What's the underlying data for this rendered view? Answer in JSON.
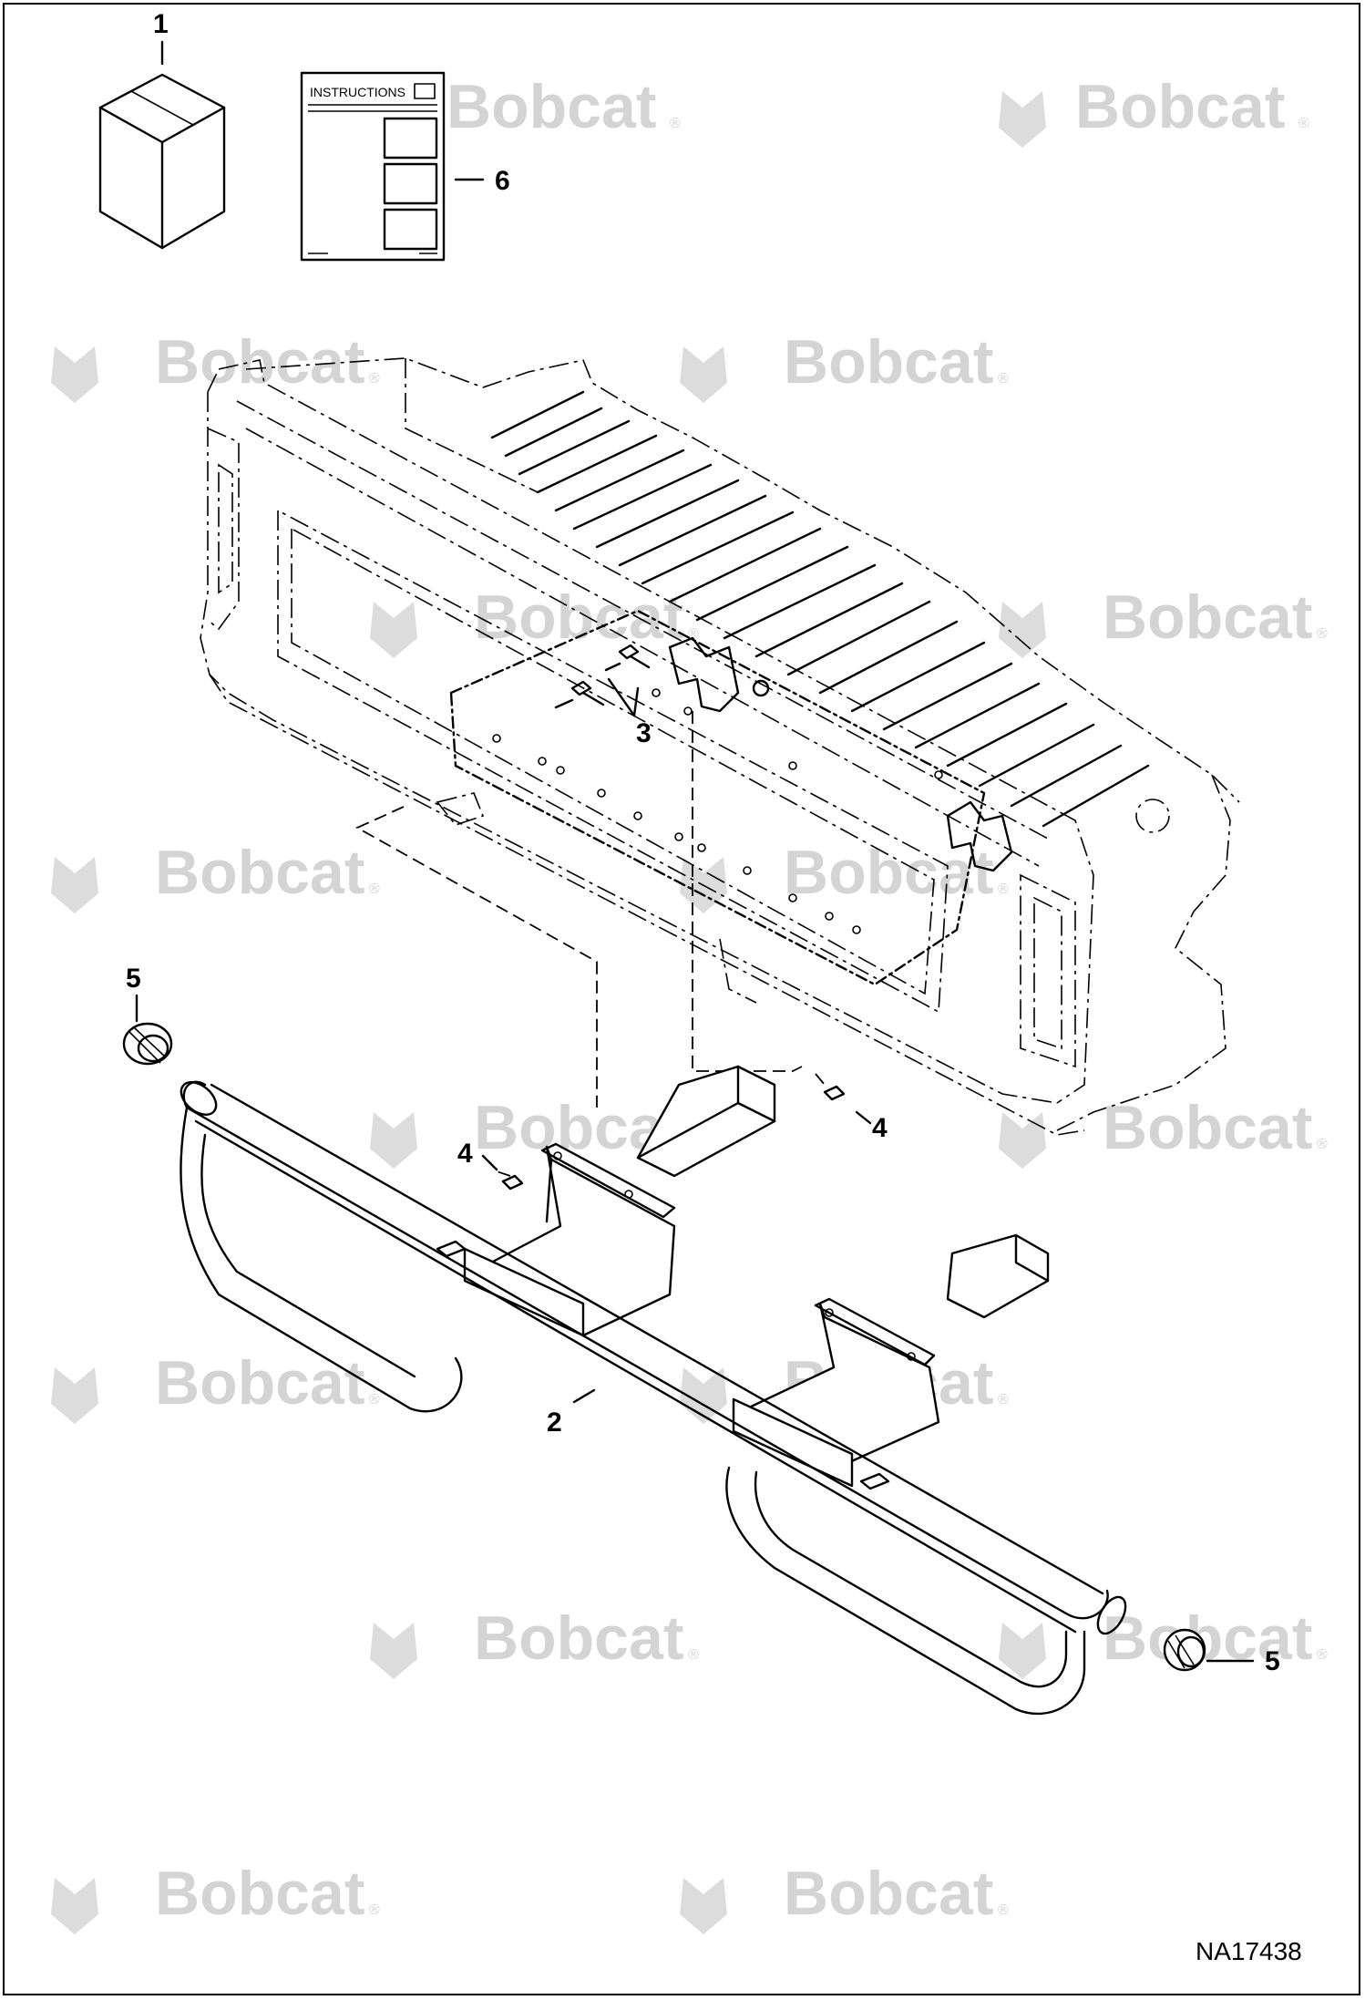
{
  "callouts": {
    "c1": "1",
    "c2": "2",
    "c3": "3",
    "c4a": "4",
    "c4b": "4",
    "c5a": "5",
    "c5b": "5",
    "c6": "6"
  },
  "instructions_sheet": {
    "title": "INSTRUCTIONS"
  },
  "watermark": {
    "brand": "Bobcat",
    "mark": "®"
  },
  "drawing_code": "NA17438"
}
